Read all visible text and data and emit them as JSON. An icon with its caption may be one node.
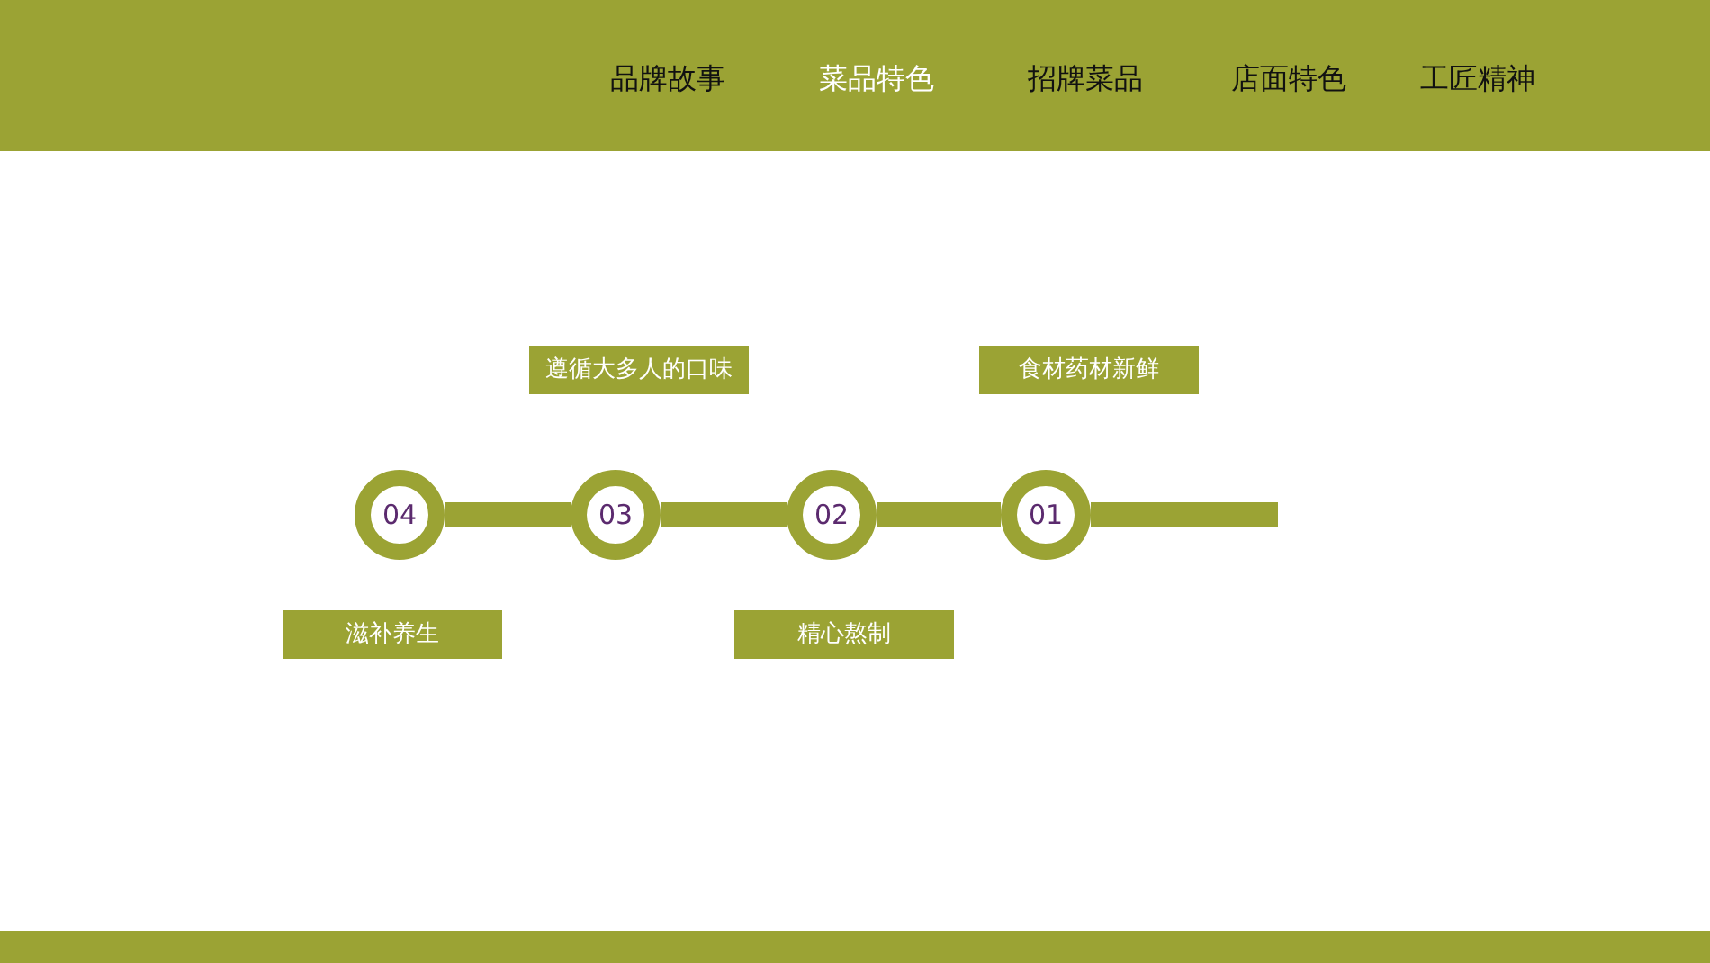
{
  "diagram": {
    "nodes": [
      {
        "text": [
          "遵循大多人的口味"
        ]
      },
      {
        "text": [
          "食材药材新鲜"
        ]
      },
      {
        "text": [
          "04"
        ]
      },
      {
        "text": [
          "03"
        ]
      },
      {
        "text": [
          "02"
        ]
      },
      {
        "text": [
          "01"
        ]
      },
      {
        "text": [
          "滋补养生"
        ]
      },
      {
        "text": [
          "精心熬制"
        ]
      }
    ],
    "edges": [
      {
        "from": 2,
        "to": 3,
        "arrow": "none"
      },
      {
        "from": 3,
        "to": 4,
        "arrow": "none"
      },
      {
        "from": 4,
        "to": 5,
        "arrow": "none"
      },
      {
        "from": 5,
        "to": null,
        "arrow": "none"
      }
    ],
    "labels": [
      "品牌故事",
      "菜品特色",
      "招牌菜品",
      "店面特色",
      "工匠精神"
    ]
  }
}
